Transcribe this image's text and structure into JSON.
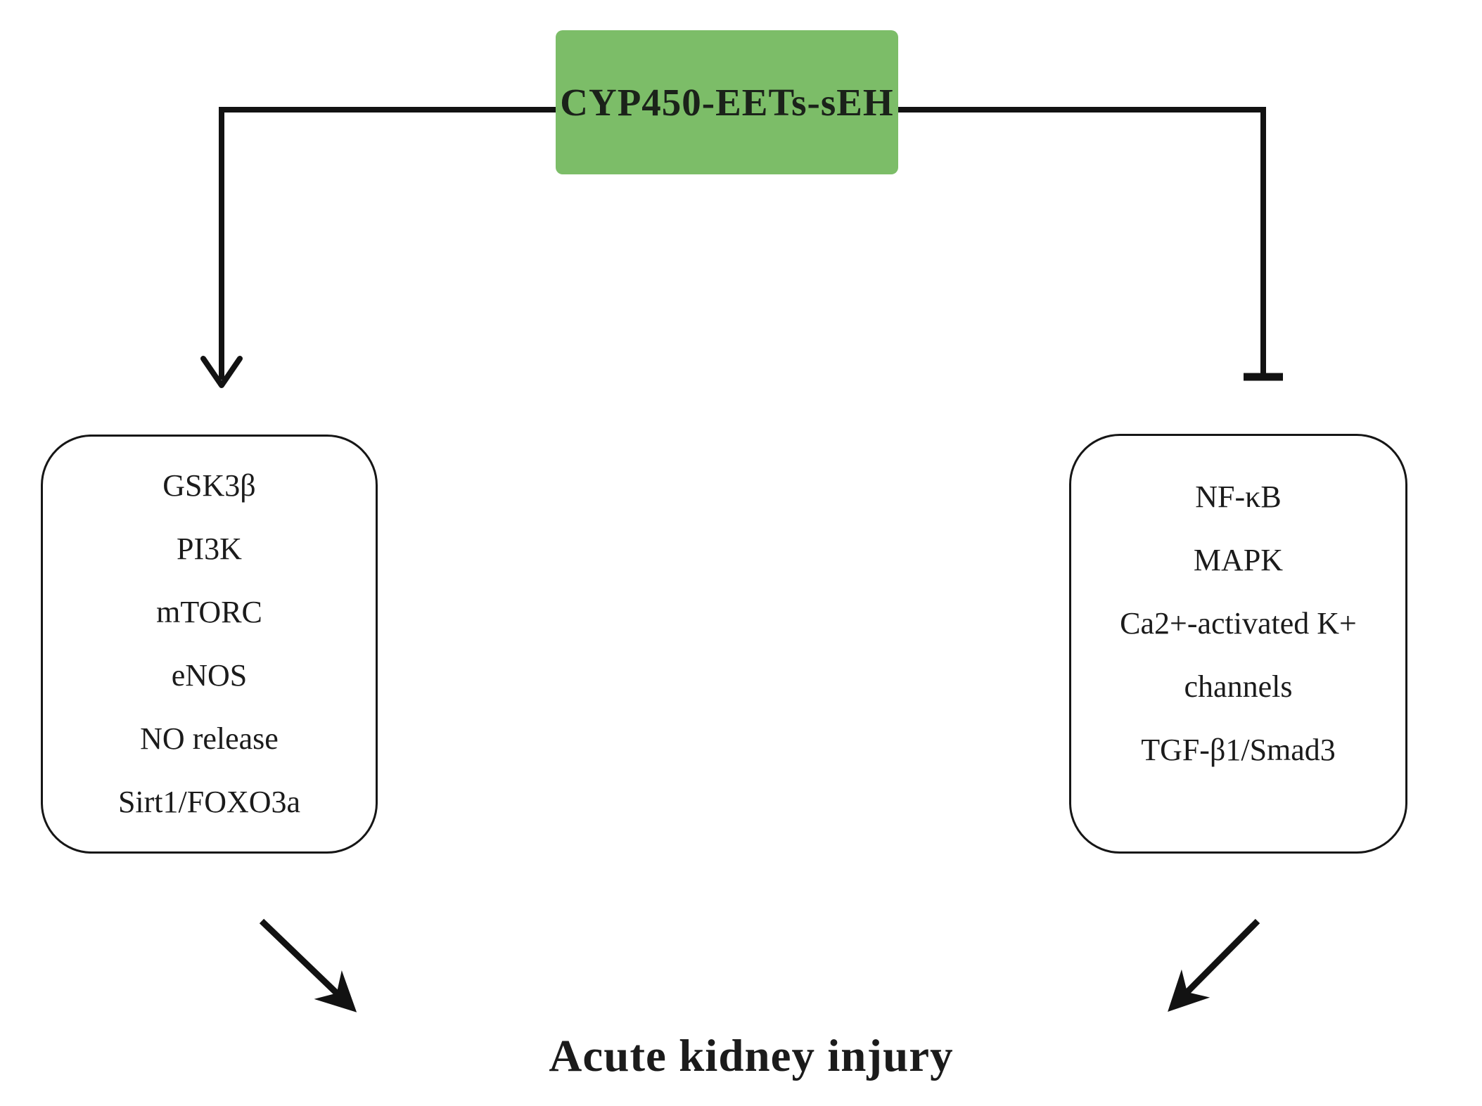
{
  "diagram": {
    "title": {
      "label": "CYP450-EETs-sEH",
      "bg_color": "#7cbd68",
      "text_color": "#1b221a"
    },
    "left_pathway": {
      "edge_type": "activation-arrow",
      "items": [
        "GSK3β",
        "PI3K",
        "mTORC",
        "eNOS",
        "NO release",
        "Sirt1/FOXO3a"
      ]
    },
    "right_pathway": {
      "edge_type": "inhibition-bar",
      "items": [
        "NF-κB",
        "MAPK",
        "Ca2+-activated K+",
        "channels",
        "TGF-β1/Smad3"
      ]
    },
    "outcome": {
      "label": "Acute kidney injury"
    },
    "line_color": "#121212"
  }
}
